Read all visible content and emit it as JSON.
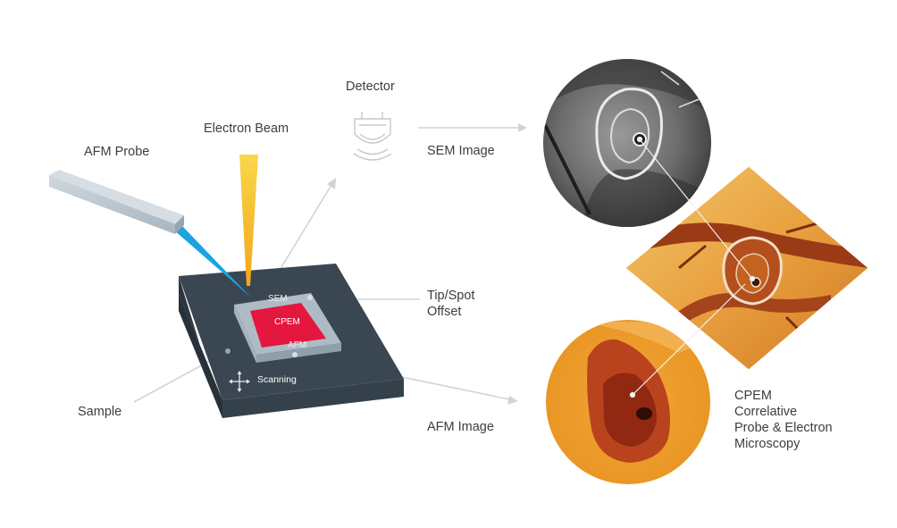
{
  "labels": {
    "afm_probe": "AFM Probe",
    "electron_beam": "Electron Beam",
    "detector": "Detector",
    "sem_image": "SEM Image",
    "tip_spot_offset_line1": "Tip/Spot",
    "tip_spot_offset_line2": "Offset",
    "sample": "Sample",
    "afm_image": "AFM Image",
    "cpem_line1": "CPEM",
    "cpem_line2": "Correlative",
    "cpem_line3": "Probe & Electron",
    "cpem_line4": "Microscopy"
  },
  "sample_marks": {
    "sem": "SEM",
    "cpem": "CPEM",
    "afm": "AFM",
    "scanning": "Scanning"
  },
  "colors": {
    "sample_top": "#3a4752",
    "sample_side": "#2c3740",
    "beam": "#f6c21a",
    "probe_beam": "#1aa3e0",
    "cpem_red": "#e4173f",
    "arrow": "#d0d4d8"
  },
  "icons": [
    "detector-icon",
    "scanning-arrows-icon"
  ]
}
